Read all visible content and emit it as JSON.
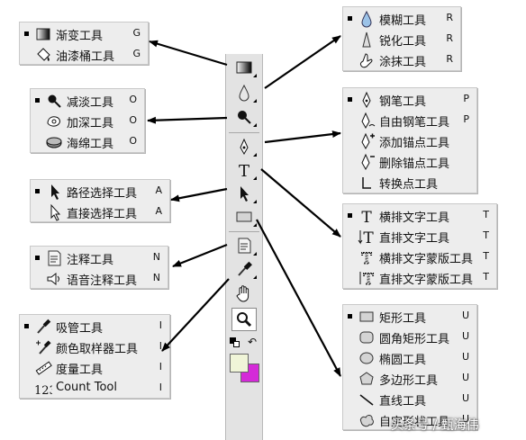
{
  "flyouts": {
    "gradient_group": [
      {
        "label": "渐变工具",
        "key": "G",
        "icon": "gradient-icon",
        "active": true
      },
      {
        "label": "油漆桶工具",
        "key": "G",
        "icon": "paint-bucket-icon",
        "active": false
      }
    ],
    "dodge_group": [
      {
        "label": "减淡工具",
        "key": "O",
        "icon": "dodge-icon",
        "active": true
      },
      {
        "label": "加深工具",
        "key": "O",
        "icon": "burn-icon",
        "active": false
      },
      {
        "label": "海绵工具",
        "key": "O",
        "icon": "sponge-icon",
        "active": false
      }
    ],
    "selection_group": [
      {
        "label": "路径选择工具",
        "key": "A",
        "icon": "path-selection-icon",
        "active": true
      },
      {
        "label": "直接选择工具",
        "key": "A",
        "icon": "direct-selection-icon",
        "active": false
      }
    ],
    "notes_group": [
      {
        "label": "注释工具",
        "key": "N",
        "icon": "notes-icon",
        "active": true
      },
      {
        "label": "语音注释工具",
        "key": "N",
        "icon": "audio-annotation-icon",
        "active": false
      }
    ],
    "eyedropper_group": [
      {
        "label": "吸管工具",
        "key": "I",
        "icon": "eyedropper-icon",
        "active": true
      },
      {
        "label": "颜色取样器工具",
        "key": "I",
        "icon": "color-sampler-icon",
        "active": false
      },
      {
        "label": "度量工具",
        "key": "I",
        "icon": "measure-icon",
        "active": false
      },
      {
        "label": "Count Tool",
        "key": "I",
        "icon": "count-icon",
        "active": false
      }
    ],
    "blur_group": [
      {
        "label": "模糊工具",
        "key": "R",
        "icon": "blur-icon",
        "active": true
      },
      {
        "label": "锐化工具",
        "key": "R",
        "icon": "sharpen-icon",
        "active": false
      },
      {
        "label": "涂抹工具",
        "key": "R",
        "icon": "smudge-icon",
        "active": false
      }
    ],
    "pen_group": [
      {
        "label": "钢笔工具",
        "key": "P",
        "icon": "pen-icon",
        "active": true
      },
      {
        "label": "自由钢笔工具",
        "key": "P",
        "icon": "freeform-pen-icon",
        "active": false
      },
      {
        "label": "添加锚点工具",
        "key": "",
        "icon": "add-anchor-icon",
        "active": false
      },
      {
        "label": "删除锚点工具",
        "key": "",
        "icon": "delete-anchor-icon",
        "active": false
      },
      {
        "label": "转换点工具",
        "key": "",
        "icon": "convert-point-icon",
        "active": false
      }
    ],
    "type_group": [
      {
        "label": "横排文字工具",
        "key": "T",
        "icon": "horizontal-type-icon",
        "active": true
      },
      {
        "label": "直排文字工具",
        "key": "T",
        "icon": "vertical-type-icon",
        "active": false
      },
      {
        "label": "横排文字蒙版工具",
        "key": "T",
        "icon": "horizontal-type-mask-icon",
        "active": false
      },
      {
        "label": "直排文字蒙版工具",
        "key": "T",
        "icon": "vertical-type-mask-icon",
        "active": false
      }
    ],
    "shape_group": [
      {
        "label": "矩形工具",
        "key": "U",
        "icon": "rectangle-icon",
        "active": true
      },
      {
        "label": "圆角矩形工具",
        "key": "U",
        "icon": "rounded-rectangle-icon",
        "active": false
      },
      {
        "label": "椭圆工具",
        "key": "U",
        "icon": "ellipse-icon",
        "active": false
      },
      {
        "label": "多边形工具",
        "key": "U",
        "icon": "polygon-icon",
        "active": false
      },
      {
        "label": "直线工具",
        "key": "U",
        "icon": "line-icon",
        "active": false
      },
      {
        "label": "自定形状工具",
        "key": "U",
        "icon": "custom-shape-icon",
        "active": false
      }
    ]
  },
  "toolbar": {
    "tools": [
      {
        "name": "gradient-tool",
        "icon": "gradient-icon"
      },
      {
        "name": "blur-tool",
        "icon": "blur-icon"
      },
      {
        "name": "dodge-tool",
        "icon": "dodge-icon"
      },
      {
        "name": "pen-tool",
        "icon": "pen-icon"
      },
      {
        "name": "type-tool",
        "icon": "type-icon"
      },
      {
        "name": "path-selection-tool",
        "icon": "path-selection-icon"
      },
      {
        "name": "rectangle-tool",
        "icon": "rectangle-icon"
      },
      {
        "name": "notes-tool",
        "icon": "notes-icon"
      },
      {
        "name": "eyedropper-tool",
        "icon": "eyedropper-icon"
      },
      {
        "name": "hand-tool",
        "icon": "hand-icon"
      },
      {
        "name": "zoom-tool",
        "icon": "zoom-icon"
      }
    ],
    "foreground_color": "#f0f5d8",
    "background_color": "#d42ad8"
  },
  "watermark": "头条号 / 甄海伟"
}
